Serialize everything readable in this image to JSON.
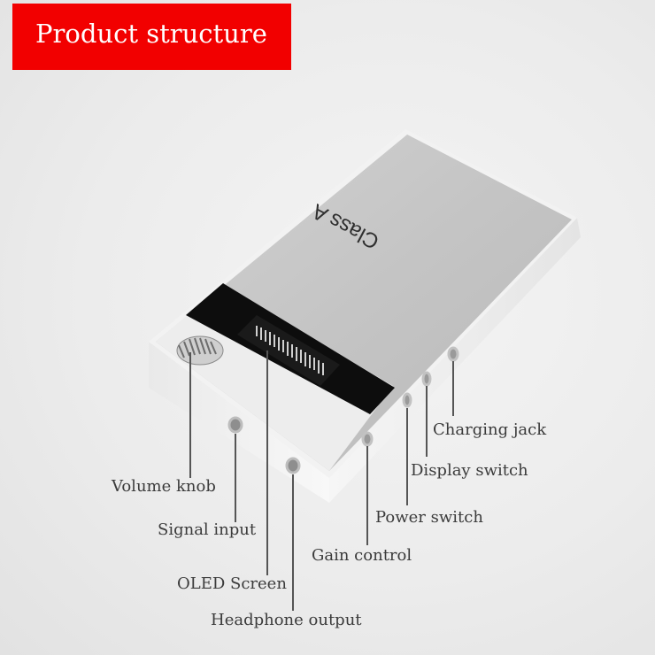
{
  "header": {
    "title": "Product structure"
  },
  "device": {
    "brand_text": "Class A"
  },
  "callouts": {
    "volume_knob": "Volume knob",
    "signal_input": "Signal input",
    "oled_screen": "OLED Screen",
    "headphone_output": "Headphone output",
    "gain_control": "Gain control",
    "power_switch": "Power switch",
    "display_switch": "Display switch",
    "charging_jack": "Charging jack"
  },
  "colors": {
    "banner": "#f20000",
    "device_top": "#c9c9c9",
    "device_body": "#f3f3f3",
    "screen": "#0c0c0c"
  }
}
